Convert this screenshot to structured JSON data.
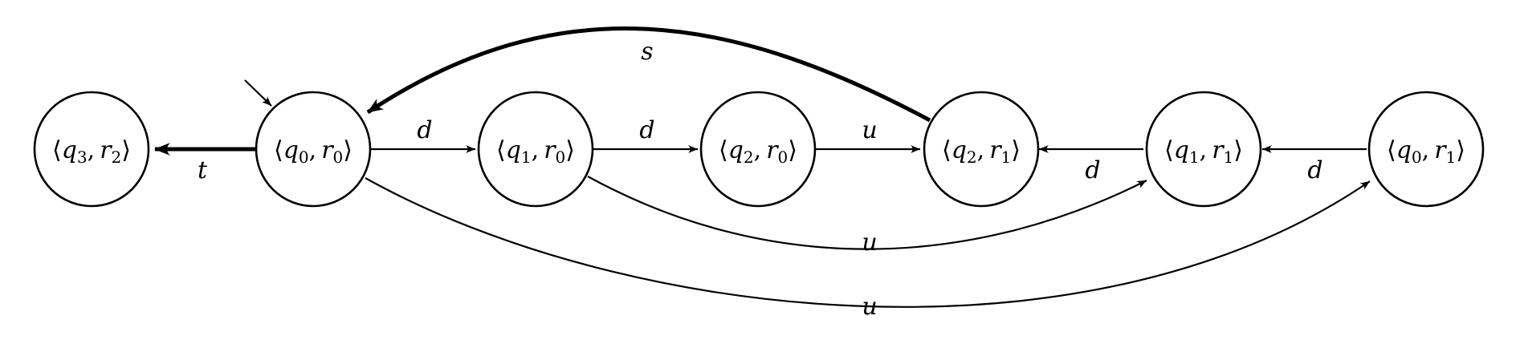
{
  "states": [
    {
      "id": "q3r2",
      "q": "q",
      "q_sub": "3",
      "r": "r",
      "r_sub": "2"
    },
    {
      "id": "q0r0",
      "q": "q",
      "q_sub": "0",
      "r": "r",
      "r_sub": "0",
      "initial": true
    },
    {
      "id": "q1r0",
      "q": "q",
      "q_sub": "1",
      "r": "r",
      "r_sub": "0"
    },
    {
      "id": "q2r0",
      "q": "q",
      "q_sub": "2",
      "r": "r",
      "r_sub": "0"
    },
    {
      "id": "q2r1",
      "q": "q",
      "q_sub": "2",
      "r": "r",
      "r_sub": "1"
    },
    {
      "id": "q1r1",
      "q": "q",
      "q_sub": "1",
      "r": "r",
      "r_sub": "1"
    },
    {
      "id": "q0r1",
      "q": "q",
      "q_sub": "0",
      "r": "r",
      "r_sub": "1"
    }
  ],
  "edges": [
    {
      "from": "q0r0",
      "to": "q3r2",
      "label": "t",
      "emphasis": "thick"
    },
    {
      "from": "q0r0",
      "to": "q1r0",
      "label": "d"
    },
    {
      "from": "q1r0",
      "to": "q2r0",
      "label": "d"
    },
    {
      "from": "q2r0",
      "to": "q2r1",
      "label": "u"
    },
    {
      "from": "q1r1",
      "to": "q2r1",
      "label": "d"
    },
    {
      "from": "q0r1",
      "to": "q1r1",
      "label": "d"
    },
    {
      "from": "q2r1",
      "to": "q0r0",
      "label": "s",
      "emphasis": "thick"
    },
    {
      "from": "q1r0",
      "to": "q1r1",
      "label": "u"
    },
    {
      "from": "q0r0",
      "to": "q0r1",
      "label": "u"
    }
  ],
  "symbols": {
    "langle": "⟨",
    "rangle": "⟩",
    "comma": ","
  }
}
